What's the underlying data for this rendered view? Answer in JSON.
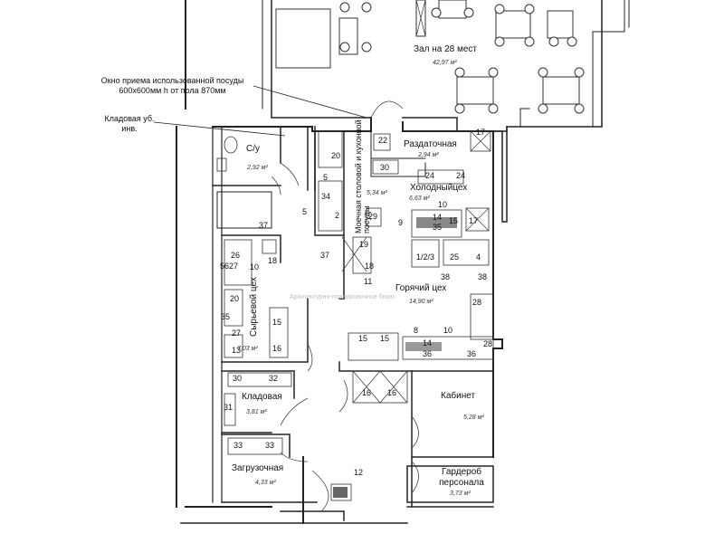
{
  "rooms": {
    "hall": {
      "name": "Зал на 28 мест",
      "area": "42,97 м²"
    },
    "wc": {
      "name": "С/у",
      "area": "2,92 м²"
    },
    "dispensing": {
      "name": "Раздаточная",
      "area": "2,94 м²"
    },
    "washing": {
      "name": "Моечная столовой и кухонной посуды",
      "area": "5,34 м²"
    },
    "cold": {
      "name": "Холодныйцех",
      "area": "6,63 м²"
    },
    "hot": {
      "name": "Горячий цех",
      "area": "14,90 м²"
    },
    "raw": {
      "name": "Сырьевой цех",
      "area": "7,03 м²"
    },
    "storage": {
      "name": "Кладовая",
      "area": "3,81 м²"
    },
    "office": {
      "name": "Кабинет",
      "area": "5,28 м²"
    },
    "loading": {
      "name": "Загрузочная",
      "area": "4,33 м²"
    },
    "wardrobe": {
      "name": "Гардероб персонала",
      "area": "3,73 м²"
    }
  },
  "notes": {
    "window": "Окно приема использованной посуды 600х600мм h от пола 870мм",
    "pantry": "Кладовая уб. инв."
  },
  "equipment": {
    "n22": "22",
    "n17a": "17",
    "n30a": "30",
    "n24a": "24",
    "n24b": "24",
    "n20": "20",
    "n5a": "5",
    "n34": "34",
    "n2": "2",
    "n29": "29",
    "n10a": "10",
    "n14a": "14",
    "n35a": "35",
    "n15a": "15",
    "n17b": "17",
    "n9": "9",
    "n5b": "5",
    "n19": "19",
    "n37a": "37",
    "n37b": "37",
    "n18a": "18",
    "n18b": "18",
    "n26": "26",
    "n5627": "5627",
    "n10b": "10",
    "n123": "1/2/3",
    "n25": "25",
    "n4": "4",
    "n38a": "38",
    "n38b": "38",
    "n11": "11",
    "n20b": "20",
    "n35b": "35",
    "n28a": "28",
    "n27": "27",
    "n13": "13",
    "n15b": "15",
    "n16a": "16",
    "n8": "8",
    "n10c": "10",
    "n15c": "15",
    "n15d": "15",
    "n14b": "14",
    "n36a": "36",
    "n36b": "36",
    "n28b": "28",
    "n30b": "30",
    "n32": "32",
    "n31": "31",
    "n16b": "16",
    "n16c": "16",
    "n33a": "33",
    "n33b": "33",
    "n12": "12"
  },
  "stamp": "Архитектурно-планировочное бюро"
}
